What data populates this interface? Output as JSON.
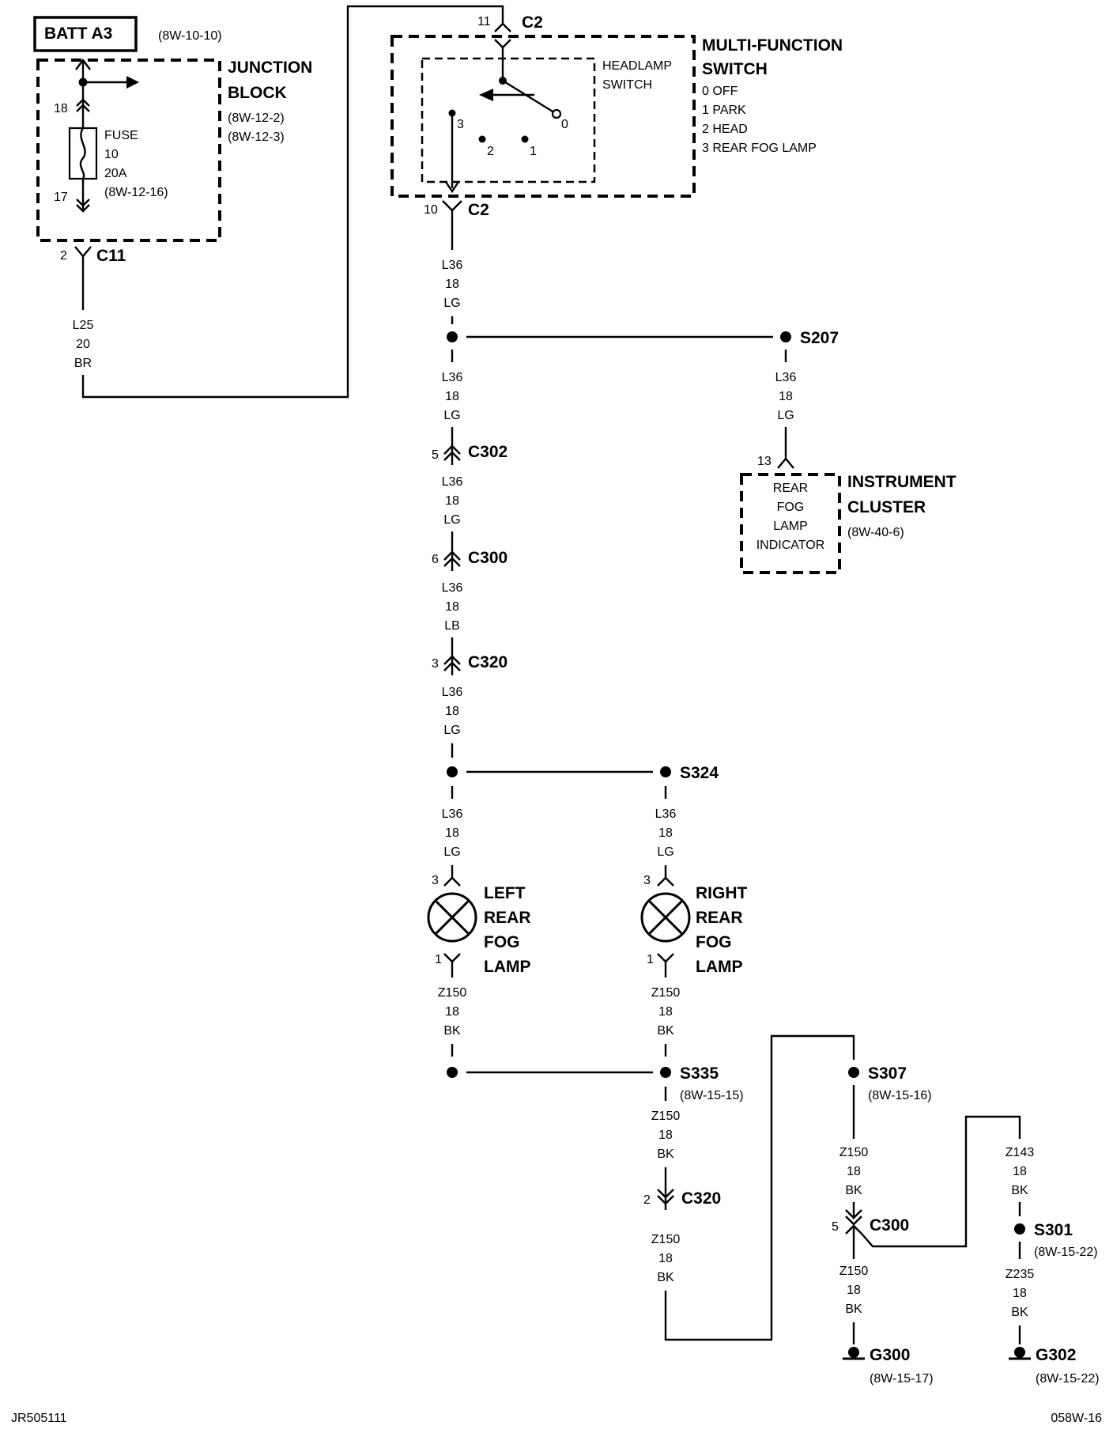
{
  "batt": {
    "label": "BATT A3",
    "ref": "(8W-10-10)"
  },
  "junction_block": {
    "name_line1": "JUNCTION",
    "name_line2": "BLOCK",
    "ref1": "(8W-12-2)",
    "ref2": "(8W-12-3)",
    "pin_in": "18",
    "pin_out": "17",
    "fuse_label": "FUSE",
    "fuse_number": "10",
    "fuse_rating": "20A",
    "fuse_ref": "(8W-12-16)",
    "connector": "C11",
    "connector_pin": "2"
  },
  "wire_l25": {
    "circuit": "L25",
    "gauge": "20",
    "color": "BR"
  },
  "multifunction_switch": {
    "name_line1": "MULTI-FUNCTION",
    "name_line2": "SWITCH",
    "positions": [
      "0 OFF",
      "1 PARK",
      "2 HEAD",
      "3 REAR FOG LAMP"
    ],
    "inner_line1": "HEADLAMP",
    "inner_line2": "SWITCH",
    "contact_labels": [
      "0",
      "1",
      "2",
      "3"
    ],
    "connector_top": "C2",
    "connector_top_pin": "11",
    "connector_bottom": "C2",
    "connector_bottom_pin": "10"
  },
  "wires": {
    "w1": {
      "circuit": "L36",
      "gauge": "18",
      "color": "LG"
    },
    "w2": {
      "circuit": "L36",
      "gauge": "18",
      "color": "LG"
    },
    "w3": {
      "circuit": "L36",
      "gauge": "18",
      "color": "LG"
    },
    "w4": {
      "circuit": "L36",
      "gauge": "18",
      "color": "LG"
    },
    "w5": {
      "circuit": "L36",
      "gauge": "18",
      "color": "LB"
    },
    "w6": {
      "circuit": "L36",
      "gauge": "18",
      "color": "LG"
    },
    "w7": {
      "circuit": "L36",
      "gauge": "18",
      "color": "LG"
    },
    "w8": {
      "circuit": "L36",
      "gauge": "18",
      "color": "LG"
    },
    "w9": {
      "circuit": "Z150",
      "gauge": "18",
      "color": "BK"
    },
    "w10": {
      "circuit": "Z150",
      "gauge": "18",
      "color": "BK"
    },
    "w11": {
      "circuit": "Z150",
      "gauge": "18",
      "color": "BK"
    },
    "w12": {
      "circuit": "Z150",
      "gauge": "18",
      "color": "BK"
    },
    "w13": {
      "circuit": "Z150",
      "gauge": "18",
      "color": "BK"
    },
    "w14": {
      "circuit": "Z150",
      "gauge": "18",
      "color": "BK"
    },
    "w15": {
      "circuit": "Z143",
      "gauge": "18",
      "color": "BK"
    },
    "w16": {
      "circuit": "Z235",
      "gauge": "18",
      "color": "BK"
    }
  },
  "splices": {
    "s207": "S207",
    "s324": "S324",
    "s335": "S335",
    "s335_ref": "(8W-15-15)",
    "s307": "S307",
    "s307_ref": "(8W-15-16)",
    "s301": "S301",
    "s301_ref": "(8W-15-22)"
  },
  "connectors": {
    "c302": {
      "name": "C302",
      "pin": "5"
    },
    "c300": {
      "name": "C300",
      "pin": "6"
    },
    "c320": {
      "name": "C320",
      "pin": "3"
    },
    "c320b": {
      "name": "C320",
      "pin": "2"
    },
    "c300b": {
      "name": "C300",
      "pin": "5"
    }
  },
  "instrument_cluster": {
    "name_line1": "INSTRUMENT",
    "name_line2": "CLUSTER",
    "ref": "(8W-40-6)",
    "pin": "13",
    "indicator": [
      "REAR",
      "FOG",
      "LAMP",
      "INDICATOR"
    ]
  },
  "left_lamp": {
    "lines": [
      "LEFT",
      "REAR",
      "FOG",
      "LAMP"
    ],
    "pin_top": "3",
    "pin_bottom": "1"
  },
  "right_lamp": {
    "lines": [
      "RIGHT",
      "REAR",
      "FOG",
      "LAMP"
    ],
    "pin_top": "3",
    "pin_bottom": "1"
  },
  "grounds": {
    "g300": "G300",
    "g300_ref": "(8W-15-17)",
    "g302": "G302",
    "g302_ref": "(8W-15-22)"
  },
  "footer": {
    "left": "JR505111",
    "right": "058W-16"
  }
}
